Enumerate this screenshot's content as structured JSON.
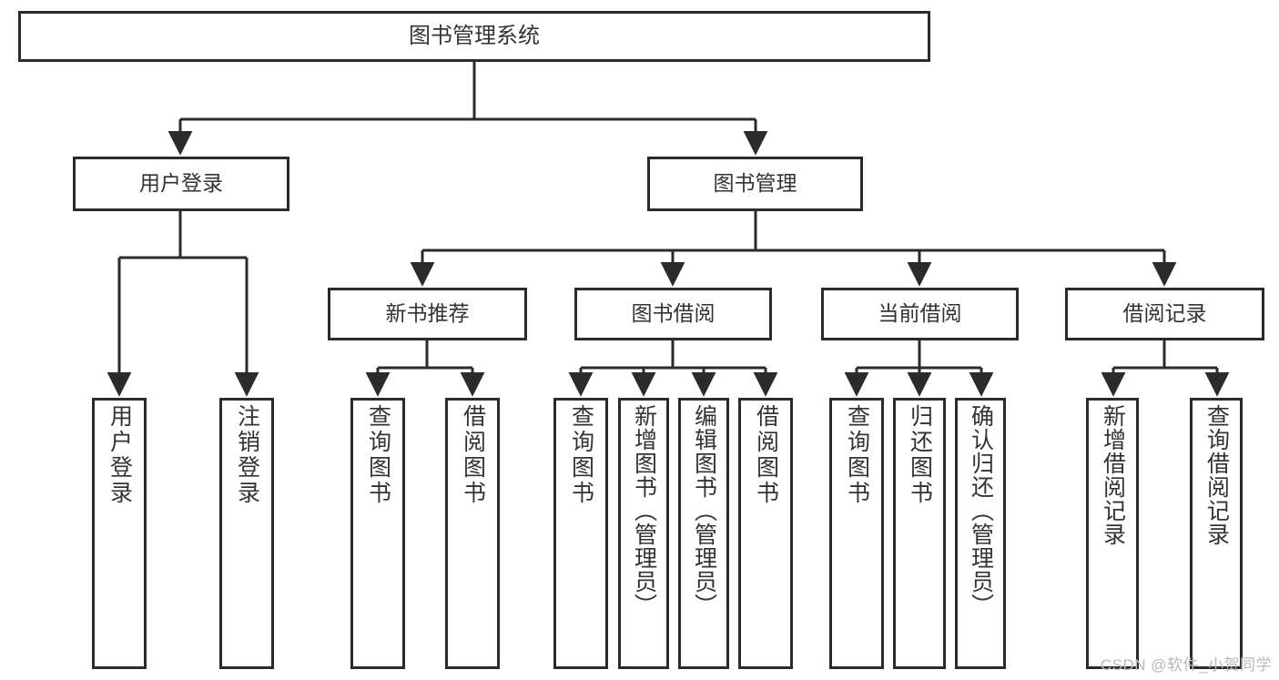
{
  "diagram": {
    "title": "图书管理系统",
    "type": "tree-hierarchy",
    "root": {
      "id": "root",
      "label": "图书管理系统"
    },
    "level2": [
      {
        "id": "user-login",
        "label": "用户登录"
      },
      {
        "id": "book-manage",
        "label": "图书管理"
      }
    ],
    "level3": [
      {
        "id": "new-book-rec",
        "label": "新书推荐",
        "parent": "book-manage"
      },
      {
        "id": "book-borrow",
        "label": "图书借阅",
        "parent": "book-manage"
      },
      {
        "id": "current-borrow",
        "label": "当前借阅",
        "parent": "book-manage"
      },
      {
        "id": "borrow-record",
        "label": "借阅记录",
        "parent": "book-manage"
      }
    ],
    "leaves": {
      "user-login": [
        {
          "id": "leaf-user-login",
          "label": "用户登录"
        },
        {
          "id": "leaf-user-logout",
          "label": "注销登录"
        }
      ],
      "new-book-rec": [
        {
          "id": "leaf-query-book-1",
          "label": "查询图书"
        },
        {
          "id": "leaf-borrow-book-1",
          "label": "借阅图书"
        }
      ],
      "book-borrow": [
        {
          "id": "leaf-query-book-2",
          "label": "查询图书"
        },
        {
          "id": "leaf-add-book",
          "label": "新增图书（管理员）"
        },
        {
          "id": "leaf-edit-book",
          "label": "编辑图书（管理员）"
        },
        {
          "id": "leaf-borrow-book-2",
          "label": "借阅图书"
        }
      ],
      "current-borrow": [
        {
          "id": "leaf-query-book-3",
          "label": "查询图书"
        },
        {
          "id": "leaf-return-book",
          "label": "归还图书"
        },
        {
          "id": "leaf-confirm-return",
          "label": "确认归还（管理员）"
        }
      ],
      "borrow-record": [
        {
          "id": "leaf-add-record",
          "label": "新增借阅记录"
        },
        {
          "id": "leaf-query-record",
          "label": "查询借阅记录"
        }
      ]
    },
    "colors": {
      "stroke": "#2b2b2b",
      "text": "#333333",
      "background": "#ffffff",
      "watermark": "#b9b9b9"
    }
  },
  "watermark": {
    "text": "CSDN @软件_小贺同学"
  }
}
